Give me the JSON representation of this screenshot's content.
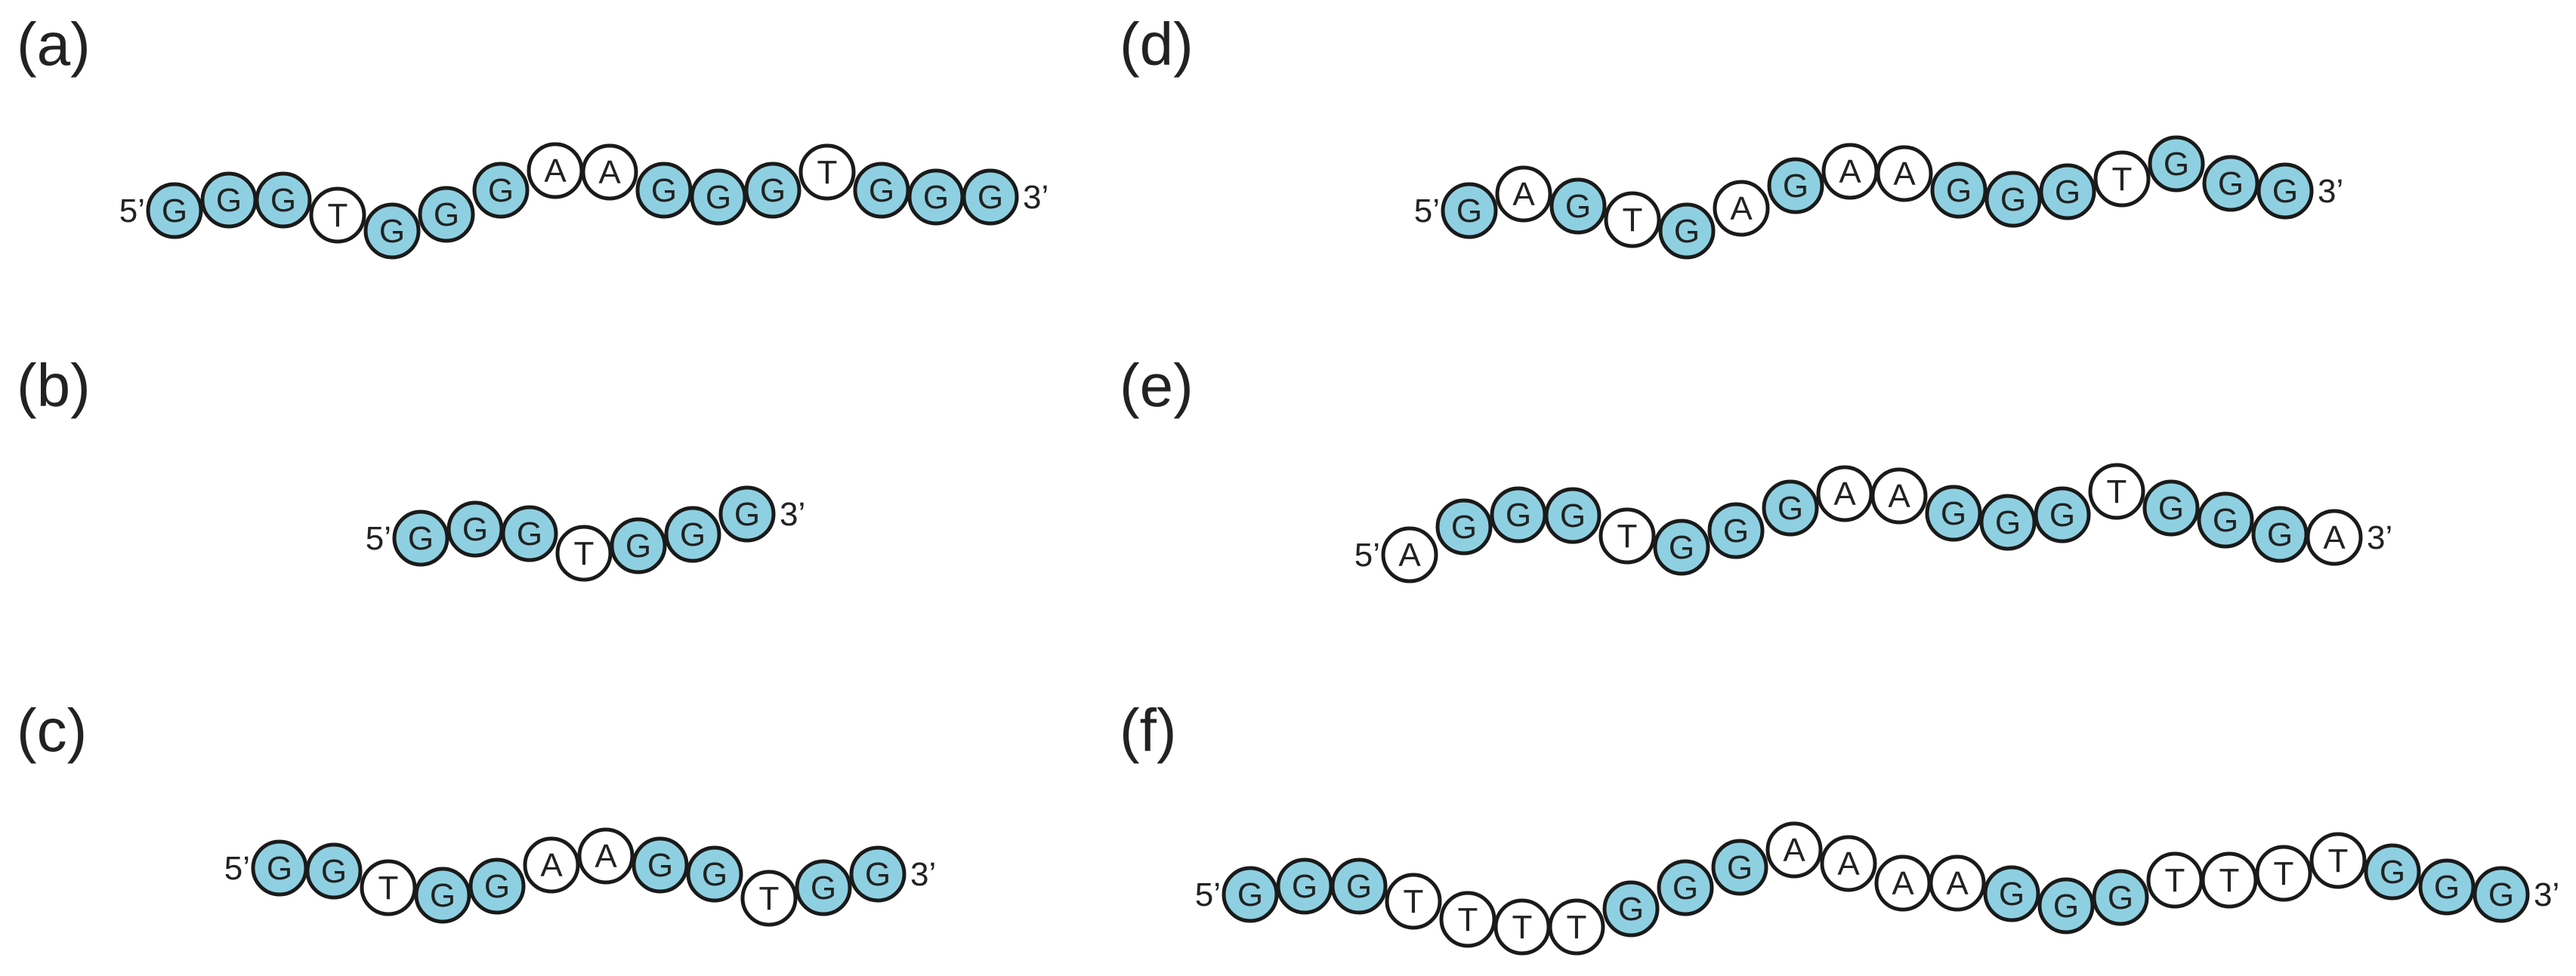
{
  "colors": {
    "g_fill": "#8ed0e1",
    "other_fill": "#ffffff",
    "stroke": "#1a1a1a",
    "text": "#222222"
  },
  "five_prime": "5’",
  "three_prime": "3’",
  "panels": [
    {
      "id": "a",
      "label": "(a)",
      "bases": [
        "G",
        "G",
        "G",
        "T",
        "G",
        "G",
        "G",
        "A",
        "A",
        "G",
        "G",
        "G",
        "T",
        "G",
        "G",
        "G"
      ]
    },
    {
      "id": "b",
      "label": "(b)",
      "bases": [
        "G",
        "G",
        "G",
        "T",
        "G",
        "G",
        "G"
      ]
    },
    {
      "id": "c",
      "label": "(c)",
      "bases": [
        "G",
        "G",
        "T",
        "G",
        "G",
        "A",
        "A",
        "G",
        "G",
        "T",
        "G",
        "G"
      ]
    },
    {
      "id": "d",
      "label": "(d)",
      "bases": [
        "G",
        "A",
        "G",
        "T",
        "G",
        "A",
        "G",
        "A",
        "A",
        "G",
        "G",
        "G",
        "T",
        "G",
        "G",
        "G"
      ]
    },
    {
      "id": "e",
      "label": "(e)",
      "bases": [
        "A",
        "G",
        "G",
        "G",
        "T",
        "G",
        "G",
        "G",
        "A",
        "A",
        "G",
        "G",
        "G",
        "T",
        "G",
        "G",
        "G",
        "A"
      ]
    },
    {
      "id": "f",
      "label": "(f)",
      "bases": [
        "G",
        "G",
        "G",
        "T",
        "T",
        "T",
        "T",
        "G",
        "G",
        "G",
        "A",
        "A",
        "A",
        "A",
        "G",
        "G",
        "G",
        "T",
        "T",
        "T",
        "T",
        "G",
        "G",
        "G"
      ]
    }
  ]
}
